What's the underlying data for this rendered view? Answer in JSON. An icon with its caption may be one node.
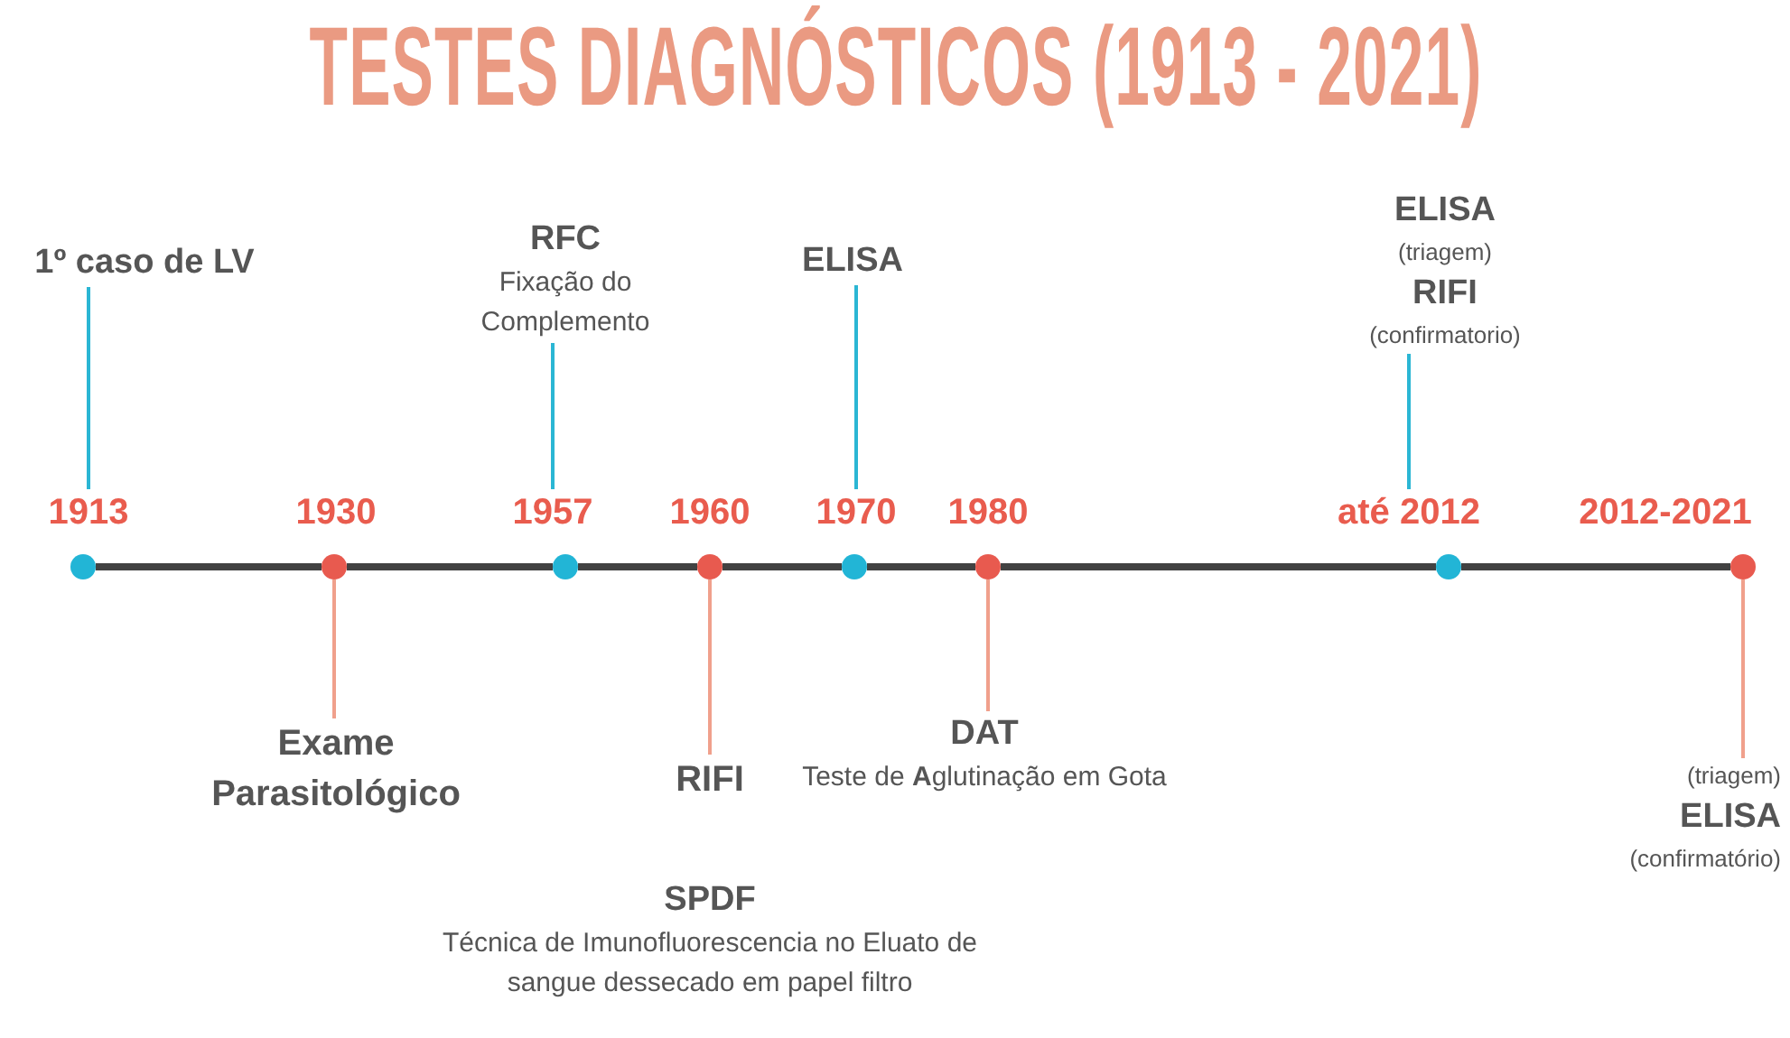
{
  "diagram": {
    "title": "TESTES DIAGNÓSTICOS (1913 - 2021)",
    "nodes": [
      {
        "text": [
          "1º caso de LV"
        ]
      },
      {
        "text": [
          "RFC",
          "Fixação do Complemento"
        ]
      },
      {
        "text": [
          "ELISA"
        ]
      },
      {
        "text": [
          "ELISA",
          "(triagem)",
          "RIFI",
          "(confirmatorio)"
        ]
      },
      {
        "text": [
          "1913"
        ]
      },
      {
        "text": [
          "1930"
        ]
      },
      {
        "text": [
          "1957"
        ]
      },
      {
        "text": [
          "1960"
        ]
      },
      {
        "text": [
          "1970"
        ]
      },
      {
        "text": [
          "1980"
        ]
      },
      {
        "text": [
          "até 2012"
        ]
      },
      {
        "text": [
          "2012-2021"
        ]
      },
      {
        "text": [],
        "shape": "circle"
      },
      {
        "text": [],
        "shape": "circle"
      },
      {
        "text": [],
        "shape": "circle"
      },
      {
        "text": [],
        "shape": "circle"
      },
      {
        "text": [],
        "shape": "circle"
      },
      {
        "text": [],
        "shape": "circle"
      },
      {
        "text": [],
        "shape": "circle"
      },
      {
        "text": [],
        "shape": "circle"
      },
      {
        "text": [
          "Exame Parasitológico"
        ]
      },
      {
        "text": [
          "RIFI",
          "SPDF",
          "Técnica de Imunofluorescencia no Eluato de sangue dessecado em papel filtro"
        ]
      },
      {
        "text": [
          "DAT",
          "Teste de **A**glutinação em Gota"
        ]
      },
      {
        "text": [
          "(triagem)",
          "ELISA",
          "(confirmatório)"
        ]
      }
    ],
    "edges": [
      {
        "from": 12,
        "to": 13,
        "arrow": "none",
        "style": "thick"
      },
      {
        "from": 13,
        "to": 14,
        "arrow": "none",
        "style": "thick"
      },
      {
        "from": 14,
        "to": 15,
        "arrow": "none",
        "style": "thick"
      },
      {
        "from": 15,
        "to": 16,
        "arrow": "none",
        "style": "thick"
      },
      {
        "from": 16,
        "to": 17,
        "arrow": "none",
        "style": "thick"
      },
      {
        "from": 17,
        "to": 18,
        "arrow": "none",
        "style": "thick"
      },
      {
        "from": 18,
        "to": 19,
        "arrow": "none",
        "style": "thick"
      },
      {
        "from": 4,
        "to": 0,
        "arrow": "none",
        "color": "#2bb6d4"
      },
      {
        "from": 6,
        "to": 1,
        "arrow": "none",
        "color": "#2bb6d4"
      },
      {
        "from": 8,
        "to": 2,
        "arrow": "none",
        "color": "#2bb6d4"
      },
      {
        "from": 10,
        "to": 3,
        "arrow": "none",
        "color": "#2bb6d4"
      },
      {
        "from": 13,
        "to": 20,
        "arrow": "none",
        "color": "#f0a08c"
      },
      {
        "from": 15,
        "to": 21,
        "arrow": "none",
        "color": "#f0a08c"
      },
      {
        "from": 17,
        "to": 22,
        "arrow": "none",
        "color": "#f0a08c"
      },
      {
        "from": 19,
        "to": 23,
        "arrow": "none",
        "color": "#f0a08c"
      }
    ]
  }
}
